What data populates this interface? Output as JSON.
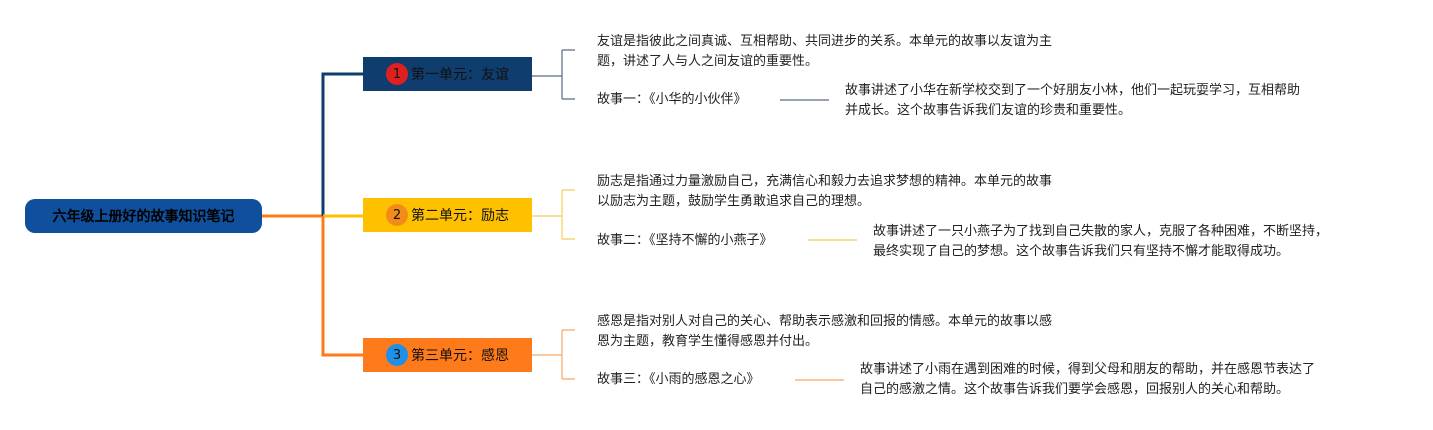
{
  "root": {
    "label": "六年级上册好的故事知识笔记"
  },
  "colors": {
    "root": "#0f4f9c",
    "unit1": "#0e3d6e",
    "unit2": "#ffc000",
    "unit3": "#ff7a1a",
    "badge1": "#e02020",
    "badge2": "#f28c18",
    "badge3": "#1e90e8"
  },
  "units": [
    {
      "number": "1",
      "label": "第一单元：友谊",
      "desc": [
        "友谊是指彼此之间真诚、互相帮助、共同进步的关系。本单元的故事以友谊为主",
        "题，讲述了人与人之间友谊的重要性。"
      ],
      "story_title": "故事一：《小华的小伙伴》",
      "story_desc": [
        "故事讲述了小华在新学校交到了一个好朋友小林，他们一起玩耍学习，互相帮助",
        "并成长。这个故事告诉我们友谊的珍贵和重要性。"
      ]
    },
    {
      "number": "2",
      "label": "第二单元：励志",
      "desc": [
        "励志是指通过力量激励自己，充满信心和毅力去追求梦想的精神。本单元的故事",
        "以励志为主题，鼓励学生勇敢追求自己的理想。"
      ],
      "story_title": "故事二：《坚持不懈的小燕子》",
      "story_desc": [
        "故事讲述了一只小燕子为了找到自己失散的家人，克服了各种困难，不断坚持，",
        "最终实现了自己的梦想。这个故事告诉我们只有坚持不懈才能取得成功。"
      ]
    },
    {
      "number": "3",
      "label": "第三单元：感恩",
      "desc": [
        "感恩是指对别人对自己的关心、帮助表示感激和回报的情感。本单元的故事以感",
        "恩为主题，教育学生懂得感恩并付出。"
      ],
      "story_title": "故事三：《小雨的感恩之心》",
      "story_desc": [
        "故事讲述了小雨在遇到困难的时候，得到父母和朋友的帮助，并在感恩节表达了",
        "自己的感激之情。这个故事告诉我们要学会感恩，回报别人的关心和帮助。"
      ]
    }
  ]
}
